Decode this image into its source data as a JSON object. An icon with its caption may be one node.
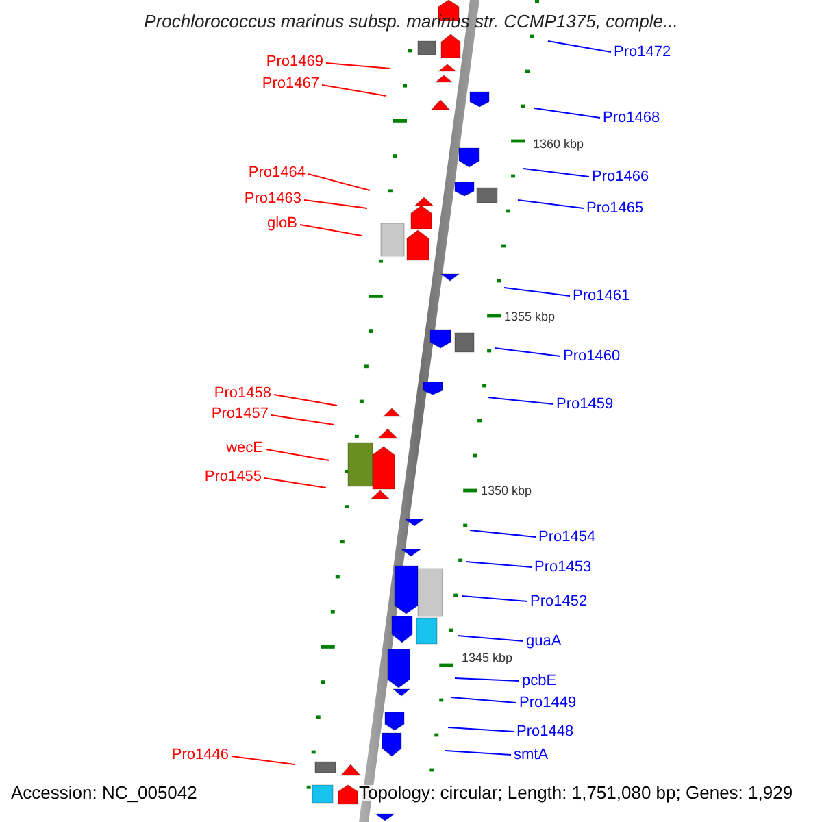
{
  "diagram": {
    "title": "Prochlorococcus marinus subsp. marinus str. CCMP1375, comple...",
    "nodes": [
      {
        "text": [
          "Pro1472"
        ]
      },
      {
        "text": [
          "Pro1469"
        ]
      },
      {
        "text": [
          "Pro1467"
        ]
      },
      {
        "text": [
          "Pro1468"
        ]
      },
      {
        "text": [
          "Pro1464"
        ]
      },
      {
        "text": [
          "Pro1466"
        ]
      },
      {
        "text": [
          "Pro1463"
        ]
      },
      {
        "text": [
          "Pro1465"
        ]
      },
      {
        "text": [
          "gloB"
        ]
      },
      {
        "text": [
          "Pro1461"
        ]
      },
      {
        "text": [
          "Pro1460"
        ]
      },
      {
        "text": [
          "Pro1458"
        ]
      },
      {
        "text": [
          "Pro1459"
        ]
      },
      {
        "text": [
          "Pro1457"
        ]
      },
      {
        "text": [
          "wecE"
        ]
      },
      {
        "text": [
          "Pro1455"
        ]
      },
      {
        "text": [
          "Pro1454"
        ]
      },
      {
        "text": [
          "Pro1453"
        ]
      },
      {
        "text": [
          "Pro1452"
        ]
      },
      {
        "text": [
          "guaA"
        ]
      },
      {
        "text": [
          "pcbE"
        ]
      },
      {
        "text": [
          "Pro1449"
        ]
      },
      {
        "text": [
          "Pro1448"
        ]
      },
      {
        "text": [
          "Pro1446"
        ]
      },
      {
        "text": [
          "smtA"
        ]
      }
    ],
    "edges": [
      {
        "from": 0,
        "to": null,
        "arrow": "none",
        "color": "#0000ff"
      },
      {
        "from": 1,
        "to": null,
        "arrow": "none",
        "color": "#ff0000"
      },
      {
        "from": 2,
        "to": null,
        "arrow": "none",
        "color": "#ff0000"
      },
      {
        "from": 3,
        "to": null,
        "arrow": "none",
        "color": "#0000ff"
      },
      {
        "from": 4,
        "to": null,
        "arrow": "none",
        "color": "#ff0000"
      },
      {
        "from": 5,
        "to": null,
        "arrow": "none",
        "color": "#0000ff"
      },
      {
        "from": 6,
        "to": null,
        "arrow": "none",
        "color": "#ff0000"
      },
      {
        "from": 7,
        "to": null,
        "arrow": "none",
        "color": "#0000ff"
      },
      {
        "from": 8,
        "to": null,
        "arrow": "none",
        "color": "#ff0000"
      },
      {
        "from": 9,
        "to": null,
        "arrow": "none",
        "color": "#0000ff"
      },
      {
        "from": 10,
        "to": null,
        "arrow": "none",
        "color": "#0000ff"
      },
      {
        "from": 11,
        "to": null,
        "arrow": "none",
        "color": "#ff0000"
      },
      {
        "from": 12,
        "to": null,
        "arrow": "none",
        "color": "#0000ff"
      },
      {
        "from": 13,
        "to": null,
        "arrow": "none",
        "color": "#ff0000"
      },
      {
        "from": 14,
        "to": null,
        "arrow": "none",
        "color": "#ff0000"
      },
      {
        "from": 15,
        "to": null,
        "arrow": "none",
        "color": "#ff0000"
      },
      {
        "from": 16,
        "to": null,
        "arrow": "none",
        "color": "#0000ff"
      },
      {
        "from": 17,
        "to": null,
        "arrow": "none",
        "color": "#0000ff"
      },
      {
        "from": 18,
        "to": null,
        "arrow": "none",
        "color": "#0000ff"
      },
      {
        "from": 19,
        "to": null,
        "arrow": "none",
        "color": "#0000ff"
      },
      {
        "from": 20,
        "to": null,
        "arrow": "none",
        "color": "#0000ff"
      },
      {
        "from": 21,
        "to": null,
        "arrow": "none",
        "color": "#0000ff"
      },
      {
        "from": 22,
        "to": null,
        "arrow": "none",
        "color": "#0000ff"
      },
      {
        "from": 23,
        "to": null,
        "arrow": "none",
        "color": "#ff0000"
      },
      {
        "from": 24,
        "to": null,
        "arrow": "none",
        "color": "#0000ff"
      }
    ],
    "labels": [
      "1360 kbp",
      "1355 kbp",
      "1350 kbp",
      "1345 kbp",
      "Accession: NC_005042",
      "Topology: circular; Length: 1,751,080 bp; Genes: 1,929"
    ]
  }
}
